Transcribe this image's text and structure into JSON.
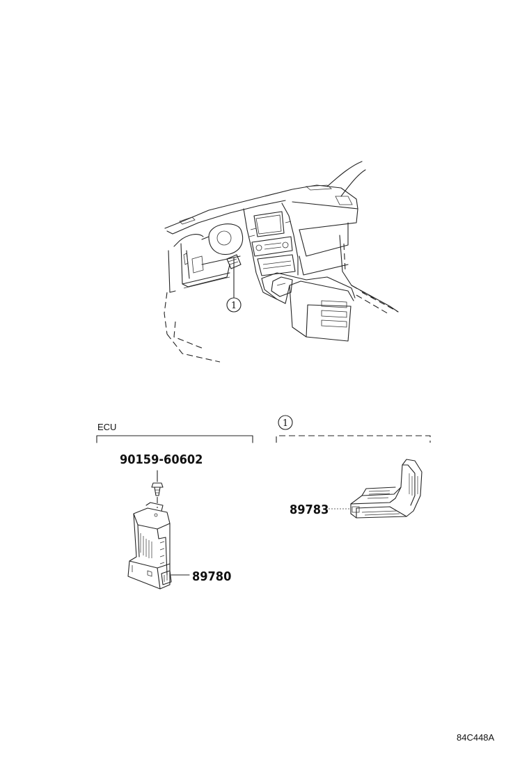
{
  "sections": {
    "ecu": {
      "label": "ECU"
    },
    "detail": {
      "marker": "1"
    }
  },
  "callout": {
    "marker": "1"
  },
  "parts": [
    {
      "number": "90159-60602"
    },
    {
      "number": "89780"
    },
    {
      "number": "89783"
    }
  ],
  "diagram_code": "84C448A"
}
